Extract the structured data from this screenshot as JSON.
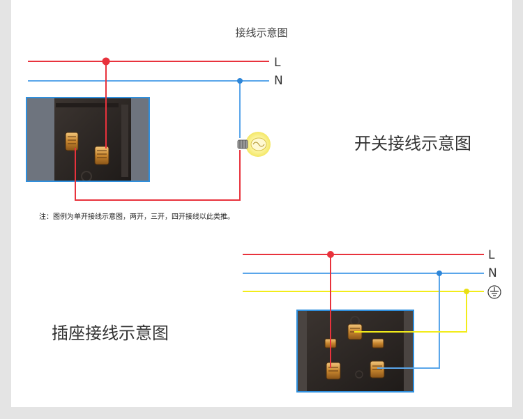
{
  "page_title": "接线示意图",
  "switch_diagram": {
    "title": "开关接线示意图",
    "wire_labels": {
      "live": "L",
      "neutral": "N"
    },
    "note": "注：图例为单开接线示意图，两开，三开，四开接线以此类推。"
  },
  "socket_diagram": {
    "title": "插座接线示意图",
    "wire_labels": {
      "live": "L",
      "neutral": "N"
    },
    "ground_symbol": "ground-icon"
  },
  "colors": {
    "live": "#e8323c",
    "neutral": "#5aa6ea",
    "ground": "#f2ec1a",
    "frame": "#2f8fdd",
    "device_body": "#2b2522",
    "terminal": "#c98a3a"
  }
}
